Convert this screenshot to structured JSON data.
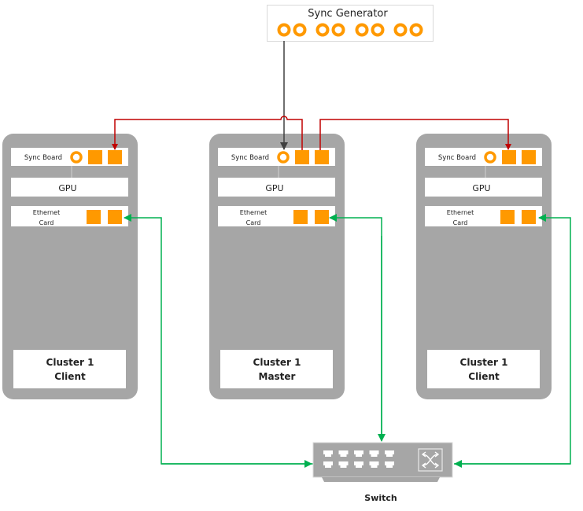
{
  "sync_generator": {
    "title": "Sync Generator",
    "port_count": 8
  },
  "clusters": [
    {
      "sync_board": "Sync Board",
      "gpu": "GPU",
      "ethernet_line1": "Ethernet",
      "ethernet_line2": "Card",
      "name_line1": "Cluster 1",
      "name_line2": "Client"
    },
    {
      "sync_board": "Sync Board",
      "gpu": "GPU",
      "ethernet_line1": "Ethernet",
      "ethernet_line2": "Card",
      "name_line1": "Cluster 1",
      "name_line2": "Master"
    },
    {
      "sync_board": "Sync Board",
      "gpu": "GPU",
      "ethernet_line1": "Ethernet",
      "ethernet_line2": "Card",
      "name_line1": "Cluster 1",
      "name_line2": "Client"
    }
  ],
  "switch": {
    "label": "Switch"
  },
  "colors": {
    "chassis": "#a6a6a6",
    "port": "#ff9900",
    "sync_line": "#c00000",
    "genlock_line": "#404040",
    "network_line": "#00b050"
  }
}
